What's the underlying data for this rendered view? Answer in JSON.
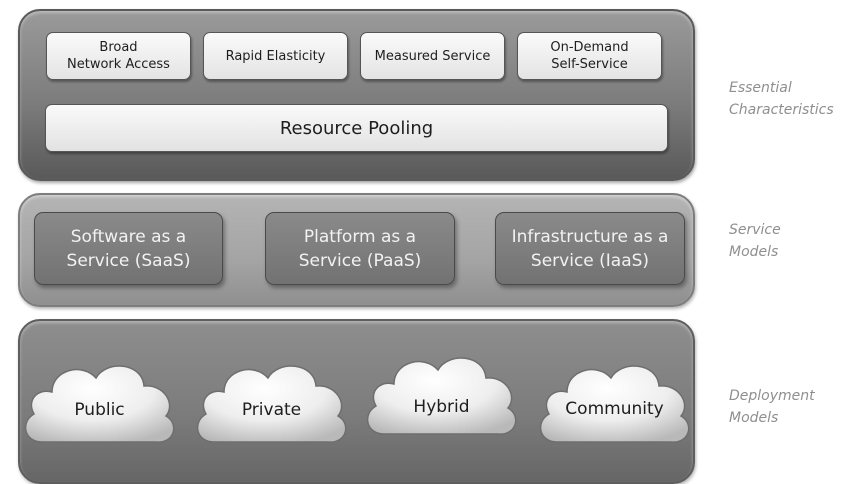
{
  "layers": {
    "essential": {
      "characteristics": [
        "Broad\nNetwork Access",
        "Rapid Elasticity",
        "Measured Service",
        "On-Demand\nSelf-Service"
      ],
      "pooling": "Resource Pooling",
      "side_label": "Essential\nCharacteristics"
    },
    "service": {
      "models": [
        "Software as a\nService (SaaS)",
        "Platform as a\nService (PaaS)",
        "Infrastructure as a\nService (IaaS)"
      ],
      "side_label": "Service\nModels"
    },
    "deployment": {
      "models": [
        "Public",
        "Private",
        "Hybrid",
        "Community"
      ],
      "side_label": "Deployment\nModels"
    }
  },
  "colors": {
    "side_label": "#8f8f8f",
    "box_text": "#1e1e1e",
    "service_text": "#f2f2f2"
  }
}
